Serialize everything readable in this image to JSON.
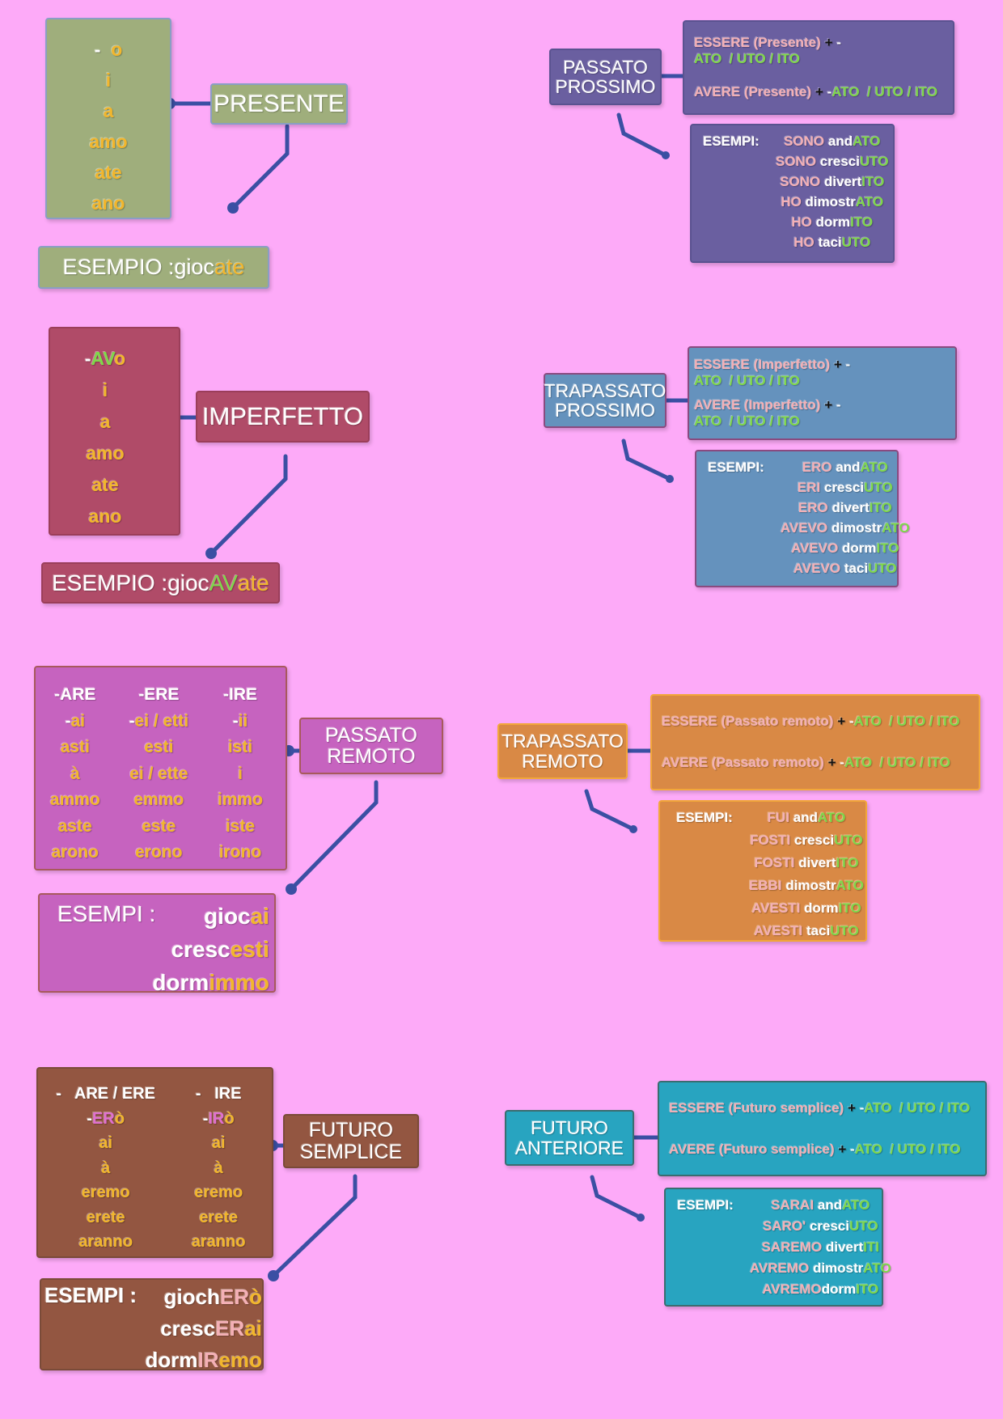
{
  "colors": {
    "background": "#fdaaf8",
    "connector": "#3b4fa3"
  },
  "presente": {
    "title": "PRESENTE",
    "endings": [
      [
        {
          "t": "-  ",
          "c": "w"
        },
        {
          "t": "o",
          "c": "y"
        }
      ],
      [
        {
          "t": "i",
          "c": "y"
        }
      ],
      [
        {
          "t": "a",
          "c": "y"
        }
      ],
      [
        {
          "t": "amo",
          "c": "y"
        }
      ],
      [
        {
          "t": "ate",
          "c": "y"
        }
      ],
      [
        {
          "t": "ano",
          "c": "y"
        }
      ]
    ],
    "example": [
      {
        "t": "ESEMPIO :gioc",
        "c": "w"
      },
      {
        "t": "ate",
        "c": "y"
      }
    ]
  },
  "imperfetto": {
    "title": "IMPERFETTO",
    "endings": [
      [
        {
          "t": "-",
          "c": "w"
        },
        {
          "t": "AV",
          "c": "g"
        },
        {
          "t": "o",
          "c": "y"
        }
      ],
      [
        {
          "t": "i",
          "c": "y"
        }
      ],
      [
        {
          "t": "a",
          "c": "y"
        }
      ],
      [
        {
          "t": "amo",
          "c": "y"
        }
      ],
      [
        {
          "t": "ate",
          "c": "y"
        }
      ],
      [
        {
          "t": "ano",
          "c": "y"
        }
      ]
    ],
    "example": [
      {
        "t": "ESEMPIO :gioc",
        "c": "w"
      },
      {
        "t": "AV",
        "c": "g"
      },
      {
        "t": "ate",
        "c": "y"
      }
    ]
  },
  "passato_remoto": {
    "title_1": "PASSATO",
    "title_2": "REMOTO",
    "columns": [
      [
        [
          {
            "t": "-ARE",
            "c": "w"
          }
        ],
        [
          {
            "t": "-",
            "c": "w"
          },
          {
            "t": "ai",
            "c": "y"
          }
        ],
        [
          {
            "t": "asti",
            "c": "y"
          }
        ],
        [
          {
            "t": "à",
            "c": "y"
          }
        ],
        [
          {
            "t": "ammo",
            "c": "y"
          }
        ],
        [
          {
            "t": "aste",
            "c": "y"
          }
        ],
        [
          {
            "t": "arono",
            "c": "y"
          }
        ]
      ],
      [
        [
          {
            "t": "-ERE",
            "c": "w"
          }
        ],
        [
          {
            "t": "-",
            "c": "w"
          },
          {
            "t": "ei / etti",
            "c": "y"
          }
        ],
        [
          {
            "t": "esti",
            "c": "y"
          }
        ],
        [
          {
            "t": "ei / ette",
            "c": "y"
          }
        ],
        [
          {
            "t": "emmo",
            "c": "y"
          }
        ],
        [
          {
            "t": "este",
            "c": "y"
          }
        ],
        [
          {
            "t": "erono",
            "c": "y"
          }
        ]
      ],
      [
        [
          {
            "t": "-IRE",
            "c": "w"
          }
        ],
        [
          {
            "t": "-",
            "c": "w"
          },
          {
            "t": "ii",
            "c": "y"
          }
        ],
        [
          {
            "t": "isti",
            "c": "y"
          }
        ],
        [
          {
            "t": "i",
            "c": "y"
          }
        ],
        [
          {
            "t": "immo",
            "c": "y"
          }
        ],
        [
          {
            "t": "iste",
            "c": "y"
          }
        ],
        [
          {
            "t": "irono",
            "c": "y"
          }
        ]
      ]
    ],
    "examples_label": "ESEMPI :",
    "examples": [
      [
        {
          "t": "gioc",
          "c": "w"
        },
        {
          "t": "ai",
          "c": "y"
        }
      ],
      [
        {
          "t": "cresc",
          "c": "w"
        },
        {
          "t": "esti",
          "c": "y"
        }
      ],
      [
        {
          "t": "dorm",
          "c": "w"
        },
        {
          "t": "immo",
          "c": "y"
        }
      ]
    ]
  },
  "futuro_semplice": {
    "title_1": "FUTURO",
    "title_2": "SEMPLICE",
    "columns": [
      [
        [
          {
            "t": "-   ARE / ERE",
            "c": "w"
          }
        ],
        [
          {
            "t": "-",
            "c": "w"
          },
          {
            "t": "ER",
            "c": "m"
          },
          {
            "t": "ò",
            "c": "y"
          }
        ],
        [
          {
            "t": "ai",
            "c": "y"
          }
        ],
        [
          {
            "t": "à",
            "c": "y"
          }
        ],
        [
          {
            "t": "eremo",
            "c": "y"
          }
        ],
        [
          {
            "t": "erete",
            "c": "y"
          }
        ],
        [
          {
            "t": "aranno",
            "c": "y"
          }
        ]
      ],
      [
        [
          {
            "t": "-   IRE",
            "c": "w"
          }
        ],
        [
          {
            "t": "-",
            "c": "w"
          },
          {
            "t": "IR",
            "c": "m"
          },
          {
            "t": "ò",
            "c": "y"
          }
        ],
        [
          {
            "t": "ai",
            "c": "y"
          }
        ],
        [
          {
            "t": "à",
            "c": "y"
          }
        ],
        [
          {
            "t": "eremo",
            "c": "y"
          }
        ],
        [
          {
            "t": "erete",
            "c": "y"
          }
        ],
        [
          {
            "t": "aranno",
            "c": "y"
          }
        ]
      ]
    ],
    "examples_label": "ESEMPI :",
    "examples": [
      [
        {
          "t": "gioch",
          "c": "w"
        },
        {
          "t": "ER",
          "c": "p"
        },
        {
          "t": "ò",
          "c": "y"
        }
      ],
      [
        {
          "t": "cresc",
          "c": "w"
        },
        {
          "t": "ER",
          "c": "p"
        },
        {
          "t": "ai",
          "c": "y"
        }
      ],
      [
        {
          "t": "dorm",
          "c": "w"
        },
        {
          "t": "IR",
          "c": "p"
        },
        {
          "t": "emo",
          "c": "y"
        }
      ]
    ]
  },
  "passato_prossimo": {
    "title_1": "PASSATO",
    "title_2": "PROSSIMO",
    "rules": [
      [
        {
          "t": "ESSERE (Presente) ",
          "c": "p"
        },
        {
          "t": "+ ",
          "c": "k"
        },
        {
          "t": "-",
          "c": "w"
        },
        {
          "t": "ATO  / UTO / ITO",
          "c": "g"
        }
      ],
      [
        {
          "t": "AVERE (Presente) ",
          "c": "p"
        },
        {
          "t": "+ ",
          "c": "k"
        },
        {
          "t": "-",
          "c": "w"
        },
        {
          "t": "ATO  / UTO / ITO",
          "c": "g"
        }
      ]
    ],
    "examples_label": "ESEMPI:",
    "examples": [
      [
        {
          "t": "SONO ",
          "c": "p"
        },
        {
          "t": "and",
          "c": "w"
        },
        {
          "t": "ATO",
          "c": "g"
        }
      ],
      [
        {
          "t": "SONO ",
          "c": "p"
        },
        {
          "t": "cresci",
          "c": "w"
        },
        {
          "t": "UTO",
          "c": "g"
        }
      ],
      [
        {
          "t": "SONO ",
          "c": "p"
        },
        {
          "t": "divert",
          "c": "w"
        },
        {
          "t": "ITO",
          "c": "g"
        }
      ],
      [
        {
          "t": "HO ",
          "c": "p"
        },
        {
          "t": "dimostr",
          "c": "w"
        },
        {
          "t": "ATO",
          "c": "g"
        }
      ],
      [
        {
          "t": "HO ",
          "c": "p"
        },
        {
          "t": "dorm",
          "c": "w"
        },
        {
          "t": "ITO",
          "c": "g"
        }
      ],
      [
        {
          "t": "HO ",
          "c": "p"
        },
        {
          "t": "taci",
          "c": "w"
        },
        {
          "t": "UTO",
          "c": "g"
        }
      ]
    ]
  },
  "trapassato_prossimo": {
    "title_1": "TRAPASSATO",
    "title_2": "PROSSIMO",
    "rules": [
      [
        {
          "t": "ESSERE (Imperfetto) ",
          "c": "p"
        },
        {
          "t": "+ ",
          "c": "k"
        },
        {
          "t": "-",
          "c": "w"
        },
        {
          "t": "ATO  / UTO / ITO",
          "c": "g"
        }
      ],
      [
        {
          "t": "AVERE (Imperfetto) ",
          "c": "p"
        },
        {
          "t": "+ ",
          "c": "k"
        },
        {
          "t": "-",
          "c": "w"
        },
        {
          "t": "ATO  / UTO / ITO",
          "c": "g"
        }
      ]
    ],
    "examples_label": "ESEMPI:",
    "examples": [
      [
        {
          "t": "ERO ",
          "c": "p"
        },
        {
          "t": "and",
          "c": "w"
        },
        {
          "t": "ATO",
          "c": "g"
        }
      ],
      [
        {
          "t": "ERI ",
          "c": "p"
        },
        {
          "t": "cresci",
          "c": "w"
        },
        {
          "t": "UTO",
          "c": "g"
        }
      ],
      [
        {
          "t": "ERO ",
          "c": "p"
        },
        {
          "t": "divert",
          "c": "w"
        },
        {
          "t": "ITO",
          "c": "g"
        }
      ],
      [
        {
          "t": "AVEVO ",
          "c": "p"
        },
        {
          "t": "dimostr",
          "c": "w"
        },
        {
          "t": "ATO",
          "c": "g"
        }
      ],
      [
        {
          "t": "AVEVO ",
          "c": "p"
        },
        {
          "t": "dorm",
          "c": "w"
        },
        {
          "t": "ITO",
          "c": "g"
        }
      ],
      [
        {
          "t": "AVEVO ",
          "c": "p"
        },
        {
          "t": "taci",
          "c": "w"
        },
        {
          "t": "UTO",
          "c": "g"
        }
      ]
    ]
  },
  "trapassato_remoto": {
    "title_1": "TRAPASSATO",
    "title_2": "REMOTO",
    "rules": [
      [
        {
          "t": "ESSERE (Passato remoto) ",
          "c": "p"
        },
        {
          "t": "+ ",
          "c": "k"
        },
        {
          "t": "-",
          "c": "w"
        },
        {
          "t": "ATO  / UTO / ITO",
          "c": "g"
        }
      ],
      [
        {
          "t": "AVERE (Passato remoto) ",
          "c": "p"
        },
        {
          "t": "+ ",
          "c": "k"
        },
        {
          "t": "-",
          "c": "w"
        },
        {
          "t": "ATO  / UTO / ITO",
          "c": "g"
        }
      ]
    ],
    "examples_label": "ESEMPI:",
    "examples": [
      [
        {
          "t": "FUI ",
          "c": "p"
        },
        {
          "t": "and",
          "c": "w"
        },
        {
          "t": "ATO",
          "c": "g"
        }
      ],
      [
        {
          "t": "FOSTI ",
          "c": "p"
        },
        {
          "t": "cresci",
          "c": "w"
        },
        {
          "t": "UTO",
          "c": "g"
        }
      ],
      [
        {
          "t": "FOSTI ",
          "c": "p"
        },
        {
          "t": "divert",
          "c": "w"
        },
        {
          "t": "ITO",
          "c": "g"
        }
      ],
      [
        {
          "t": "EBBI ",
          "c": "p"
        },
        {
          "t": "dimostr",
          "c": "w"
        },
        {
          "t": "ATO",
          "c": "g"
        }
      ],
      [
        {
          "t": "AVESTI ",
          "c": "p"
        },
        {
          "t": "dorm",
          "c": "w"
        },
        {
          "t": "ITO",
          "c": "g"
        }
      ],
      [
        {
          "t": "AVESTI ",
          "c": "p"
        },
        {
          "t": "taci",
          "c": "w"
        },
        {
          "t": "UTO",
          "c": "g"
        }
      ]
    ]
  },
  "futuro_anteriore": {
    "title_1": "FUTURO",
    "title_2": "ANTERIORE",
    "rules": [
      [
        {
          "t": "ESSERE (Futuro semplice) ",
          "c": "p"
        },
        {
          "t": "+ ",
          "c": "k"
        },
        {
          "t": "-",
          "c": "w"
        },
        {
          "t": "ATO  / UTO / ITO",
          "c": "g"
        }
      ],
      [
        {
          "t": "AVERE (Futuro semplice) ",
          "c": "p"
        },
        {
          "t": "+ ",
          "c": "k"
        },
        {
          "t": "-",
          "c": "w"
        },
        {
          "t": "ATO  / UTO / ITO",
          "c": "g"
        }
      ]
    ],
    "examples_label": "ESEMPI:",
    "examples": [
      [
        {
          "t": "SARAI ",
          "c": "p"
        },
        {
          "t": "and",
          "c": "w"
        },
        {
          "t": "ATO",
          "c": "g"
        }
      ],
      [
        {
          "t": "SARO' ",
          "c": "p"
        },
        {
          "t": "cresci",
          "c": "w"
        },
        {
          "t": "UTO",
          "c": "g"
        }
      ],
      [
        {
          "t": "SAREMO ",
          "c": "p"
        },
        {
          "t": "divert",
          "c": "w"
        },
        {
          "t": "ITI",
          "c": "g"
        }
      ],
      [
        {
          "t": "AVREMO ",
          "c": "p"
        },
        {
          "t": "dimostr",
          "c": "w"
        },
        {
          "t": "ATO",
          "c": "g"
        }
      ],
      [
        {
          "t": "AVREMO",
          "c": "p"
        },
        {
          "t": "dorm",
          "c": "w"
        },
        {
          "t": "ITO",
          "c": "g"
        }
      ]
    ]
  }
}
